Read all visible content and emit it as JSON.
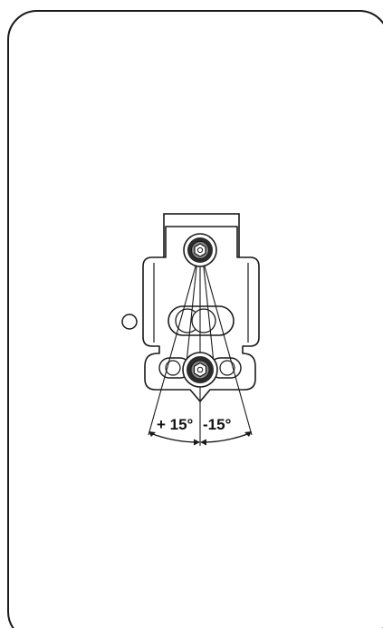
{
  "diagram": {
    "labels": {
      "plus_angle": "+ 15°",
      "minus_angle": "-15°"
    },
    "colors": {
      "stroke": "#1a1a1a",
      "background": "#ffffff",
      "bolt_fill": "#2b2b2b",
      "bolt_ring": "#8a8a8a"
    },
    "icons": {
      "bolt": "hex-socket-bolt-icon",
      "slot": "oval-slot",
      "reference_hole": "circle-hole"
    }
  }
}
